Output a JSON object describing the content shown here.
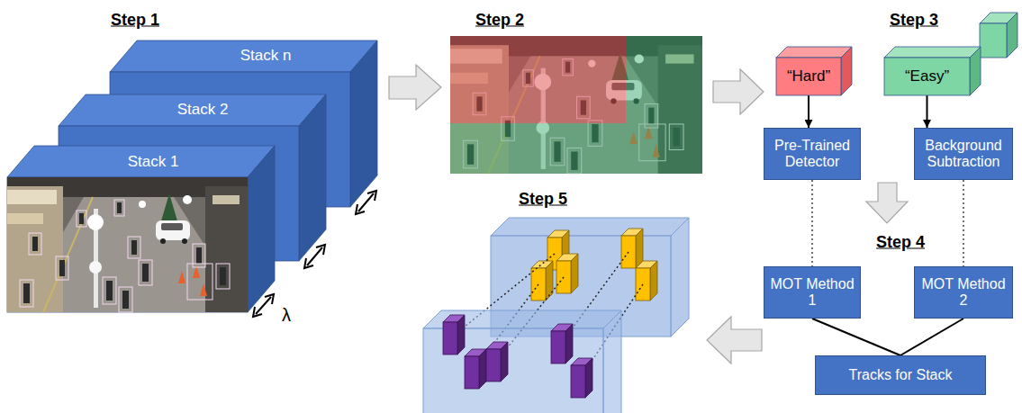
{
  "diagram": {
    "nodes": [
      {
        "text": [
          "Stack n"
        ]
      },
      {
        "text": [
          "Stack 2"
        ]
      },
      {
        "text": [
          "Stack 1"
        ]
      },
      {
        "text": [
          "“Hard”"
        ]
      },
      {
        "text": [
          "“Easy”"
        ]
      },
      {
        "text": [
          "Pre-Trained Detector"
        ]
      },
      {
        "text": [
          "Background Subtraction"
        ]
      },
      {
        "text": [
          "MOT Method 1"
        ]
      },
      {
        "text": [
          "MOT Method 2"
        ]
      },
      {
        "text": [
          "Tracks for Stack"
        ]
      }
    ],
    "edges": [
      {
        "from": 3,
        "to": 5,
        "arrow": "to"
      },
      {
        "from": 4,
        "to": 6,
        "arrow": "to"
      },
      {
        "from": 5,
        "to": 7,
        "arrow": "none"
      },
      {
        "from": 6,
        "to": 8,
        "arrow": "none"
      },
      {
        "from": 7,
        "to": 9,
        "arrow": "none"
      },
      {
        "from": 8,
        "to": 9,
        "arrow": "none"
      }
    ],
    "labels": [
      "Step 1",
      "Step 2",
      "Step 3",
      "Step 4",
      "Step 5",
      "λ"
    ]
  }
}
